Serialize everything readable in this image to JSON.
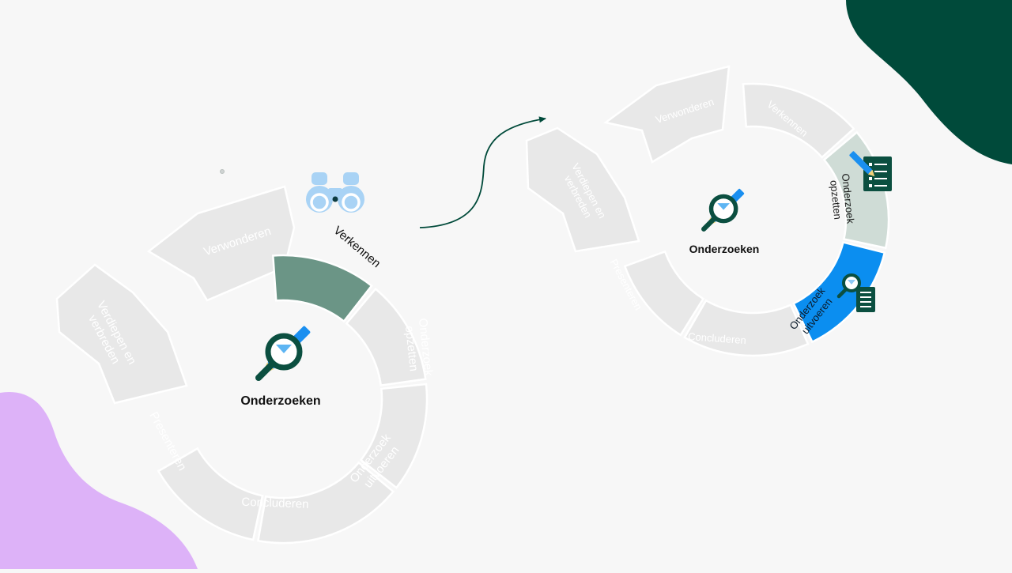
{
  "colors": {
    "background": "#f7f7f7",
    "inactive_segment": "#e8e8e8",
    "inactive_text": "#ffffff",
    "active_green": "#6b9586",
    "active_pale_green": "#cfdcd6",
    "active_blue": "#0b8ef0",
    "dark_green": "#004a3a",
    "purple_blob": "#ddb2f8",
    "light_blue_icon": "#a9d3f5",
    "pencil_blue": "#1a8ff0",
    "pencil_tip": "#f1d27a"
  },
  "left_cycle": {
    "center_title": "Onderzoeken",
    "center_icon": "research-magnifier-pencil-icon",
    "active_icon": "binoculars-icon",
    "segments": [
      {
        "id": "verwonderen",
        "lines": [
          "Verwonderen"
        ],
        "active": false
      },
      {
        "id": "verkennen",
        "lines": [
          "Verkennen"
        ],
        "active": true
      },
      {
        "id": "onderzoek-opzetten",
        "lines": [
          "Onderzoek",
          "opzetten"
        ],
        "active": false
      },
      {
        "id": "onderzoek-uitvoeren",
        "lines": [
          "Onderzoek",
          "uitvoeren"
        ],
        "active": false
      },
      {
        "id": "concluderen",
        "lines": [
          "Concluderen"
        ],
        "active": false
      },
      {
        "id": "presenteren",
        "lines": [
          "Presenteren"
        ],
        "active": false
      },
      {
        "id": "verdiepen-en-verbreden",
        "lines": [
          "Verdiepen en",
          "verbreden"
        ],
        "active": false
      }
    ]
  },
  "right_cycle": {
    "center_title": "Onderzoeken",
    "center_icon": "research-magnifier-pencil-icon",
    "active_icons": [
      "checklist-pencil-icon",
      "magnifier-document-icon"
    ],
    "segments": [
      {
        "id": "verwonderen",
        "lines": [
          "Verwonderen"
        ],
        "active": false
      },
      {
        "id": "verkennen",
        "lines": [
          "Verkennen"
        ],
        "active": false
      },
      {
        "id": "onderzoek-opzetten",
        "lines": [
          "Onderzoek",
          "opzetten"
        ],
        "active": true
      },
      {
        "id": "onderzoek-uitvoeren",
        "lines": [
          "Onderzoek",
          "uitvoeren"
        ],
        "active": true
      },
      {
        "id": "concluderen",
        "lines": [
          "Concluderen"
        ],
        "active": false
      },
      {
        "id": "presenteren",
        "lines": [
          "Presenteren"
        ],
        "active": false
      },
      {
        "id": "verdiepen-en-verbreden",
        "lines": [
          "Verdiepen en",
          "verbreden"
        ],
        "active": false
      }
    ]
  },
  "transition_arrow": "arrow-icon"
}
